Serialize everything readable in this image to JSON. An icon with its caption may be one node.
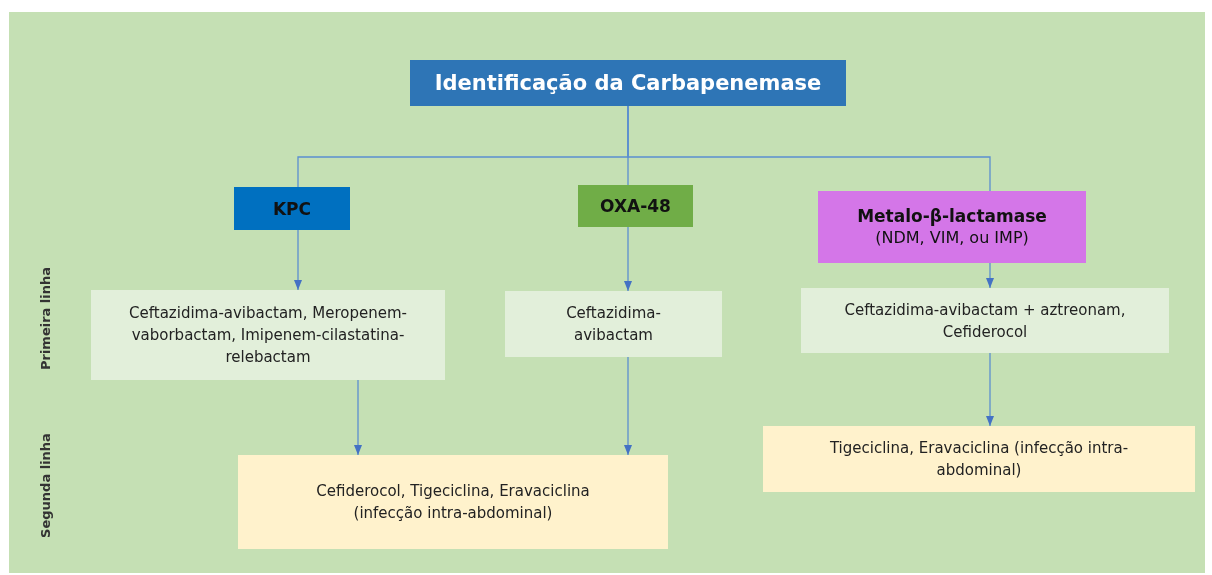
{
  "diagram": {
    "nodes": [
      {
        "text": [
          "Identificação da Carbapenemase"
        ]
      },
      {
        "text": [
          "KPC"
        ]
      },
      {
        "text": [
          "OXA-48"
        ]
      },
      {
        "text": [
          "Metalo-β-lactamase",
          "(NDM, VIM, ou IMP)"
        ]
      },
      {
        "text": [
          "Ceftazidima-avibactam, Meropenem-vaborbactam, Imipenem-cilastatina-relebactam"
        ]
      },
      {
        "text": [
          "Ceftazidima-avibactam"
        ]
      },
      {
        "text": [
          "Ceftazidima-avibactam + aztreonam, Cefiderocol"
        ]
      },
      {
        "text": [
          "Cefiderocol, Tigeciclina, Eravaciclina (infecção intra-abdominal)"
        ]
      },
      {
        "text": [
          "Tigeciclina, Eravaciclina (infecção intra-abdominal)"
        ]
      }
    ],
    "edges": [
      {
        "from": 0,
        "to": 1,
        "arrow": "none"
      },
      {
        "from": 0,
        "to": 2,
        "arrow": "none"
      },
      {
        "from": 0,
        "to": 3,
        "arrow": "none"
      },
      {
        "from": 1,
        "to": 4,
        "arrow": "to"
      },
      {
        "from": 2,
        "to": 5,
        "arrow": "to"
      },
      {
        "from": 3,
        "to": 6,
        "arrow": "to"
      },
      {
        "from": 4,
        "to": 7,
        "arrow": "to"
      },
      {
        "from": 5,
        "to": 7,
        "arrow": "to"
      },
      {
        "from": 6,
        "to": 8,
        "arrow": "to"
      }
    ],
    "labels": [
      "Primeira linha",
      "Segunda linha"
    ]
  }
}
